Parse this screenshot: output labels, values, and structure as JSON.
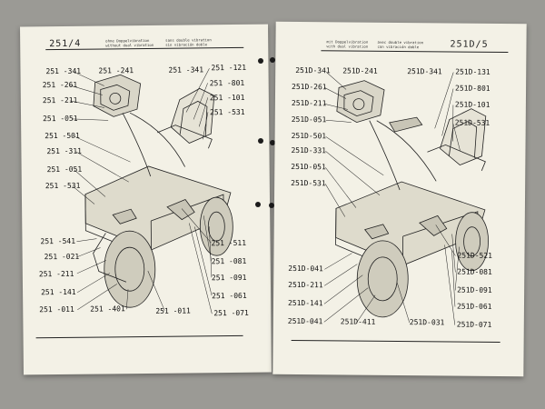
{
  "left_page": {
    "page_number": "251/4",
    "header": {
      "col1": [
        "ohne Doppelvibration",
        "without dual vibration"
      ],
      "col2": [
        "sans double vibration",
        "sin vibración doble"
      ]
    },
    "labels": {
      "l341a": "251 -341",
      "l241": "251 -241",
      "l341b": "251 -341",
      "l121": "251 -121",
      "l261": "251 -261",
      "l801": "251 -801",
      "l211a": "251 -211",
      "l101": "251 -101",
      "l051a": "251 -051",
      "l531a": "251 -531",
      "l501": "251 -501",
      "l311": "251 -311",
      "l051b": "251 -051",
      "l531b": "251 -531",
      "l541": "251 -541",
      "l511": "251 -511",
      "l021": "251 -021",
      "l081": "251 -081",
      "l211b": "251 -211",
      "l091": "251 -091",
      "l141": "251 -141",
      "l061": "251 -061",
      "l011a": "251 -011",
      "l401": "251 -401",
      "l011b": "251 -011",
      "l071": "251 -071"
    }
  },
  "right_page": {
    "page_number": "251D/5",
    "header": {
      "col1": [
        "mit Doppelvibration",
        "with dual vibration"
      ],
      "col2": [
        "avec double vibration",
        "con vibración doble"
      ]
    },
    "labels": {
      "r341a": "251D-341",
      "r241": "251D-241",
      "r341b": "251D-341",
      "r131": "251D-131",
      "r261": "251D-261",
      "r801": "251D-801",
      "r211a": "251D-211",
      "r101": "251D-101",
      "r051a": "251D-051",
      "r531a": "251D-531",
      "r501": "251D-501",
      "r331": "251D-331",
      "r051b": "251D-051",
      "r531b": "251D-531",
      "r521": "251D-521",
      "r041a": "251D-041",
      "r081": "251D-081",
      "r211b": "251D-211",
      "r091": "251D-091",
      "r141": "251D-141",
      "r061": "251D-061",
      "r041b": "251D-041",
      "r411": "251D-411",
      "r031": "251D-031",
      "r071": "251D-071"
    }
  }
}
